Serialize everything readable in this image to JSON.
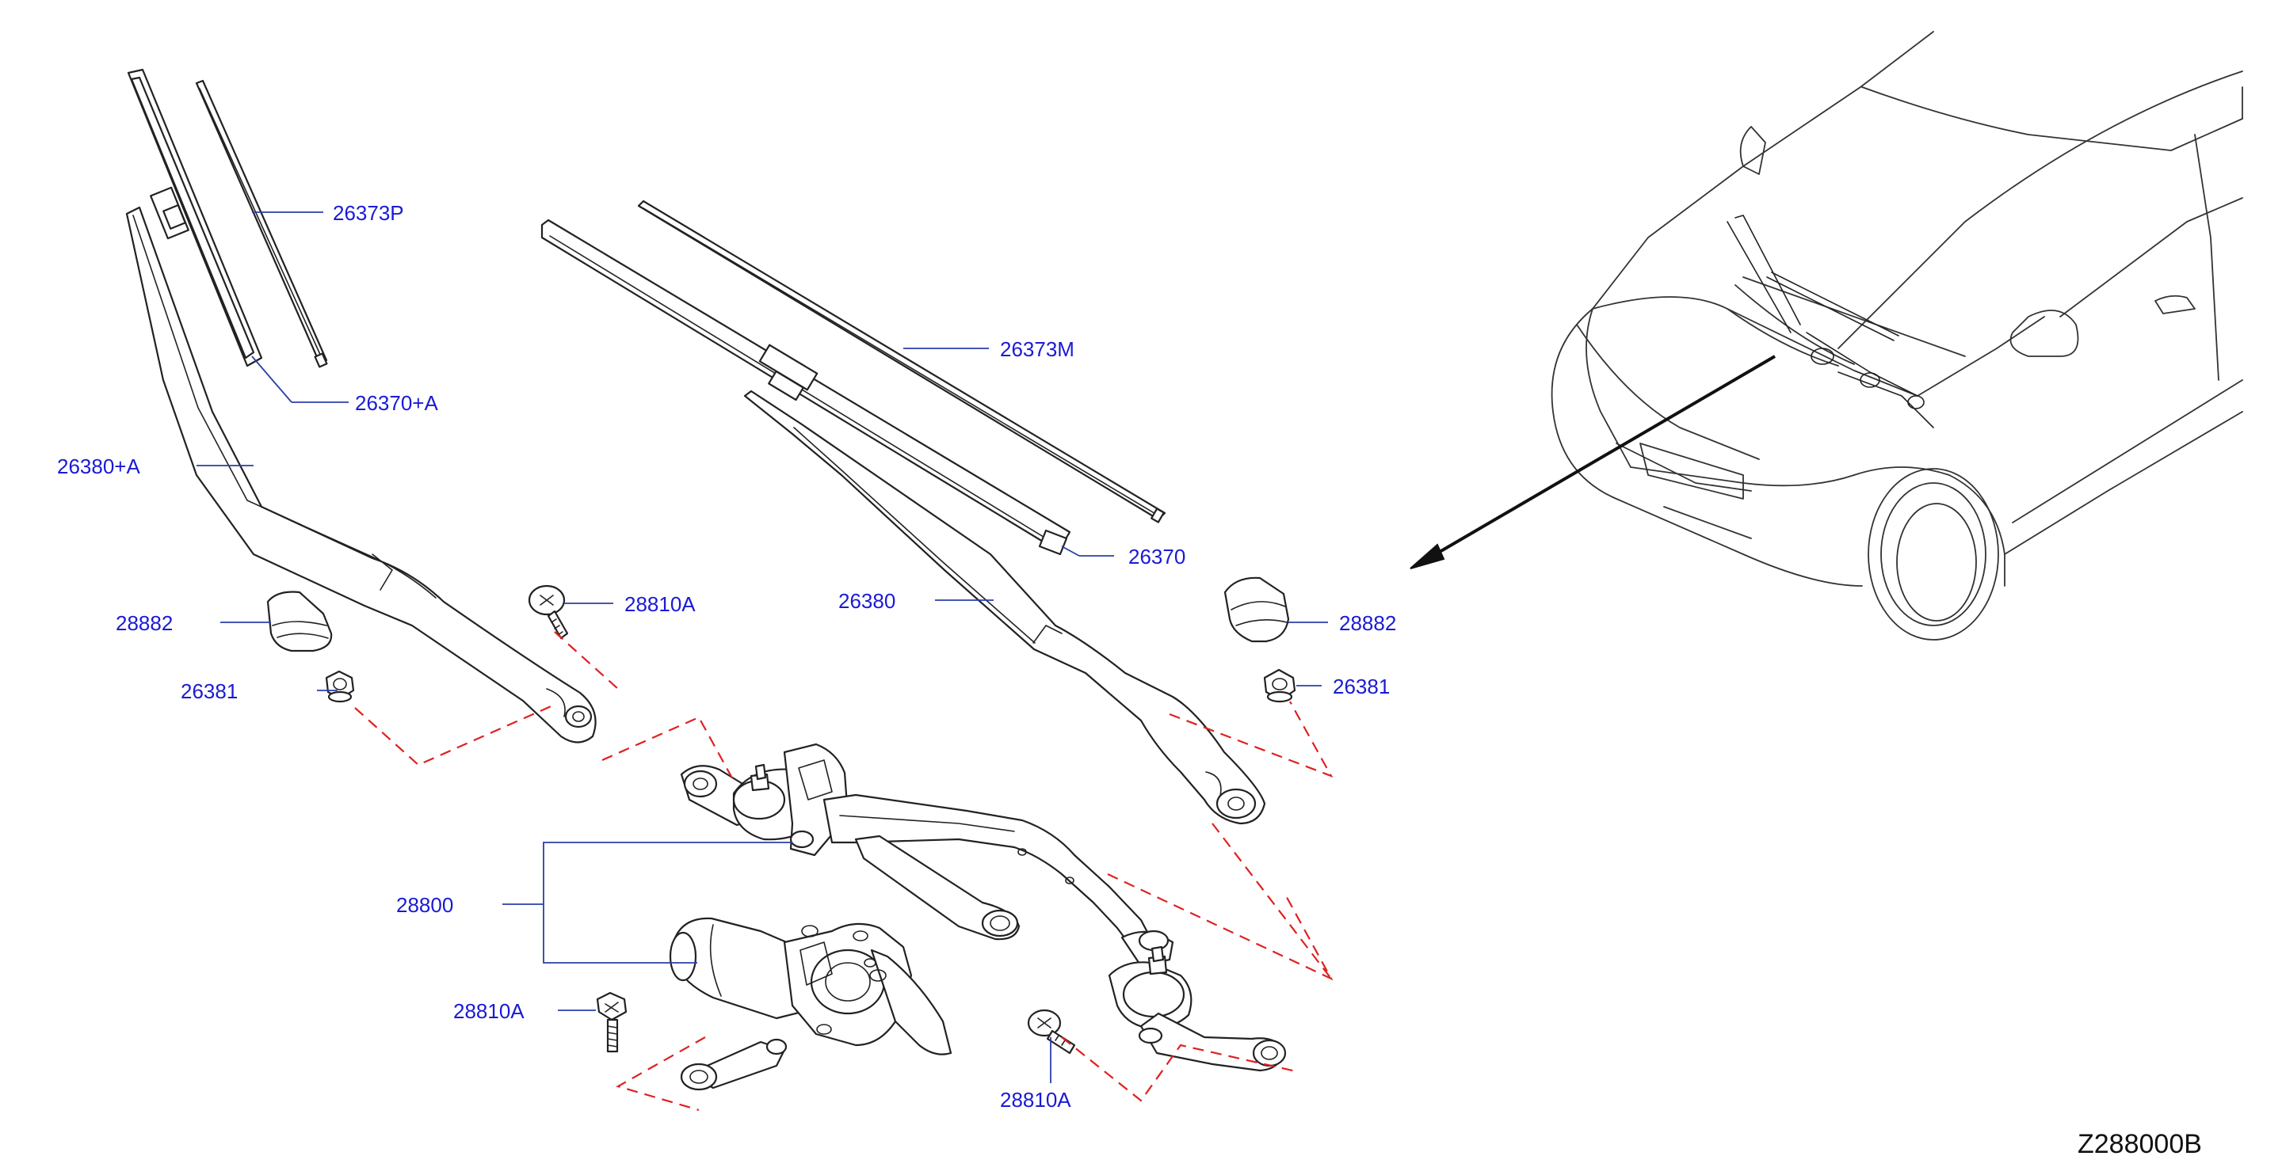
{
  "diagram": {
    "code": "Z288000B",
    "labels": {
      "blade_insert_lh": "26373P",
      "blade_lh": "26370+A",
      "arm_lh": "26380+A",
      "cap_lh": "28882",
      "nut_lh": "26381",
      "bolt_upper": "28810A",
      "blade_insert_rh": "26373M",
      "blade_rh": "26370",
      "arm_rh": "26380",
      "cap_rh": "28882",
      "nut_rh": "26381",
      "linkage_motor": "28800",
      "bolt_motor": "28810A",
      "bolt_pivot": "28810A"
    }
  }
}
